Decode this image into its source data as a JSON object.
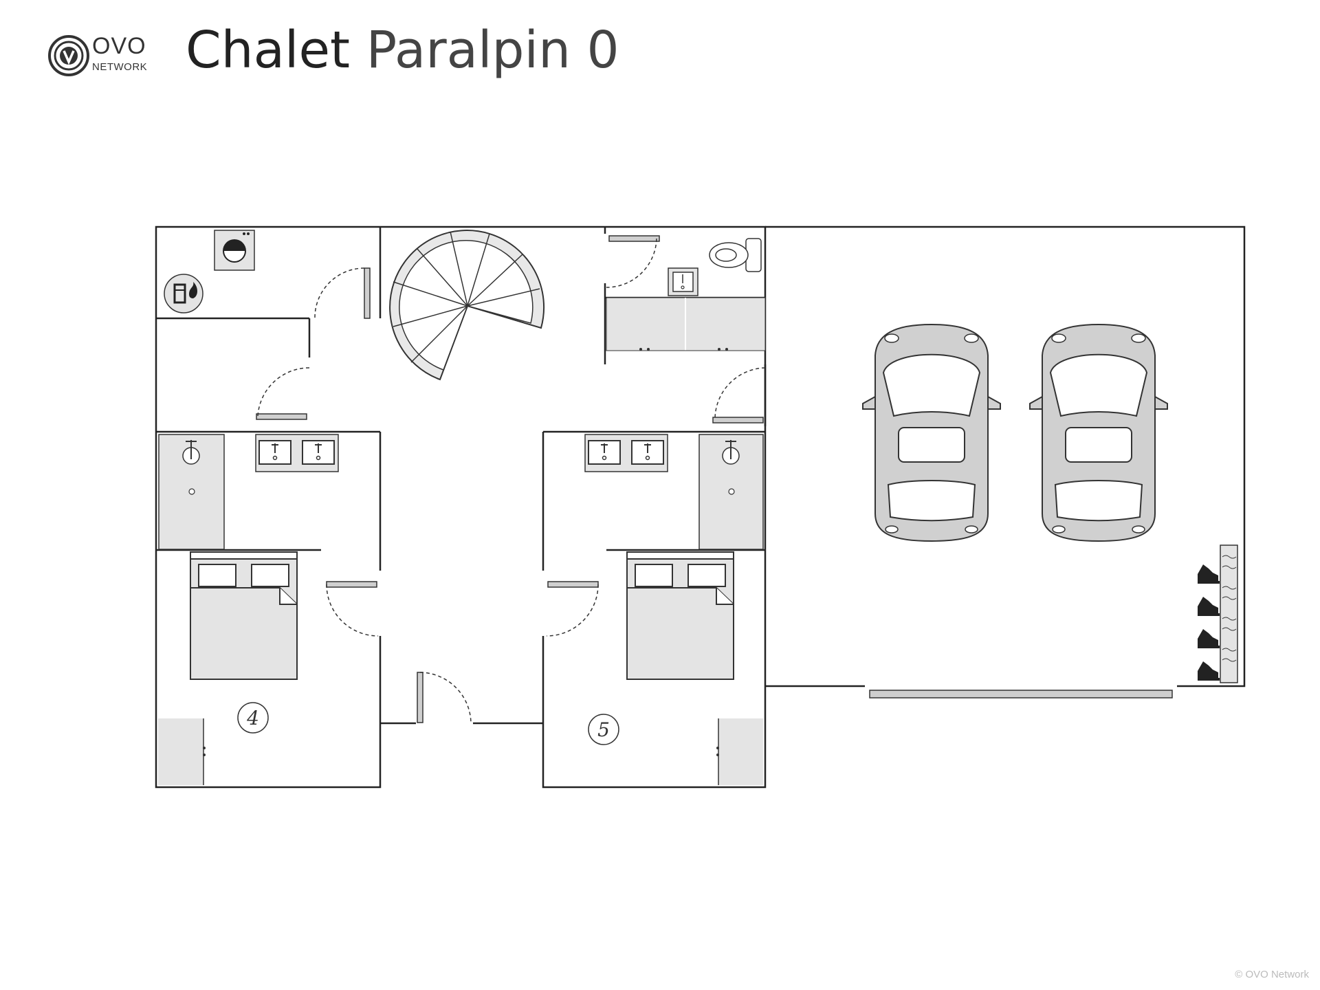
{
  "brand": {
    "name": "OVO",
    "sub": "NETWORK",
    "logo_icon": "ovo-v-circle-logo"
  },
  "title": {
    "main": "Chalet",
    "rest": "Paralpin 0"
  },
  "rooms": {
    "bedroom_a": "4",
    "bedroom_b": "5"
  },
  "icons": [
    "washing-machine-icon",
    "boiler-icon",
    "toilet-icon",
    "sink-icon",
    "shower-icon",
    "bed-icon",
    "car-icon",
    "ski-boot-icon",
    "spiral-stair-icon"
  ],
  "colors": {
    "wall": "#222222",
    "fixture_fill": "#e4e4e4",
    "car_fill": "#d0d0d0",
    "door_leaf": "#cfcfcf"
  },
  "copyright": "© OVO Network"
}
